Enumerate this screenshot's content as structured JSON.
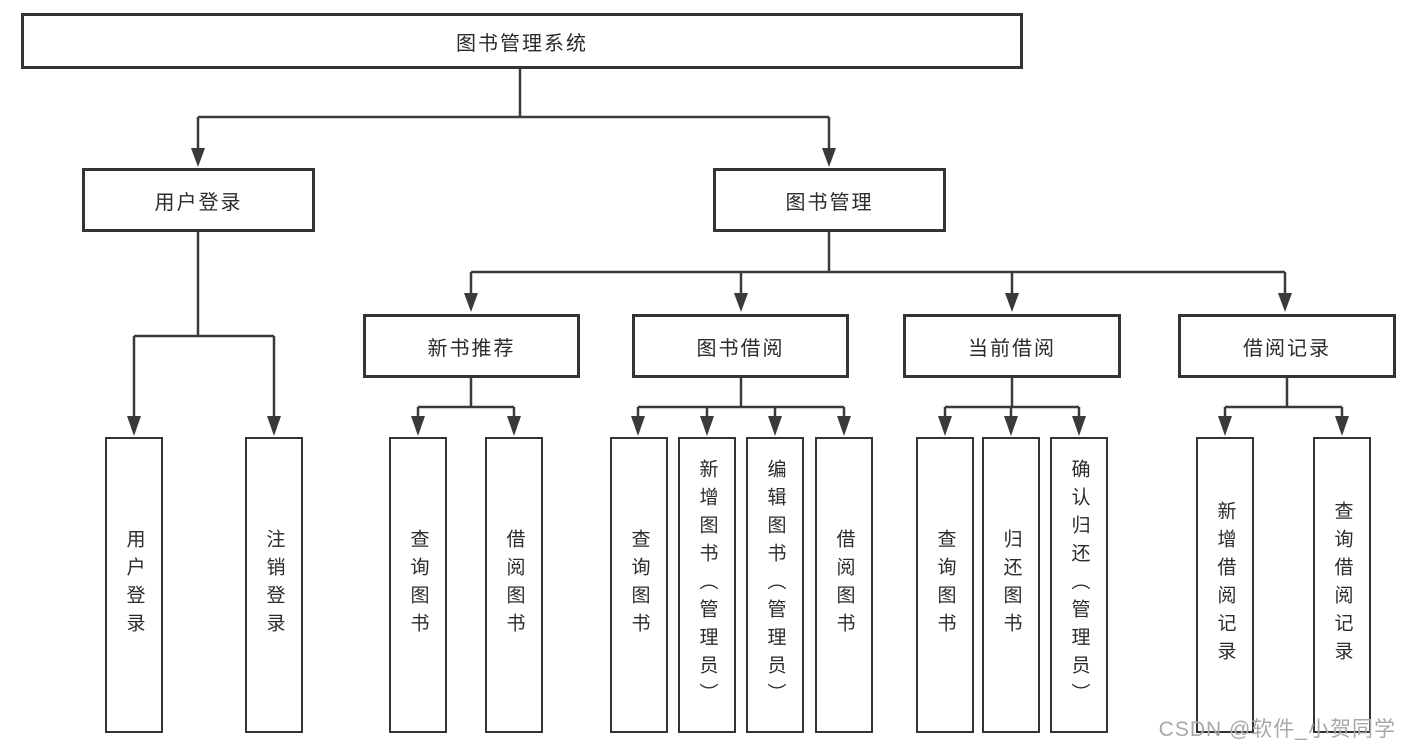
{
  "diagram": {
    "root": "图书管理系统",
    "level2": [
      "用户登录",
      "图书管理"
    ],
    "level3": [
      "新书推荐",
      "图书借阅",
      "当前借阅",
      "借阅记录"
    ],
    "leaves": {
      "user_login": [
        "用户登录",
        "注销登录"
      ],
      "new_book_rec": [
        "查询图书",
        "借阅图书"
      ],
      "book_borrow": [
        "查询图书",
        "新增图书（管理员）",
        "编辑图书（管理员）",
        "借阅图书"
      ],
      "current_borrow": [
        "查询图书",
        "归还图书",
        "确认归还（管理员）"
      ],
      "borrow_records": [
        "新增借阅记录",
        "查询借阅记录"
      ]
    }
  },
  "watermark": "CSDN @软件_小贺同学",
  "colors": {
    "line": "#3a3a3a",
    "box_border": "#343434",
    "text": "#2b2b2b",
    "watermark": "#a8a8a8",
    "background": "#ffffff"
  }
}
